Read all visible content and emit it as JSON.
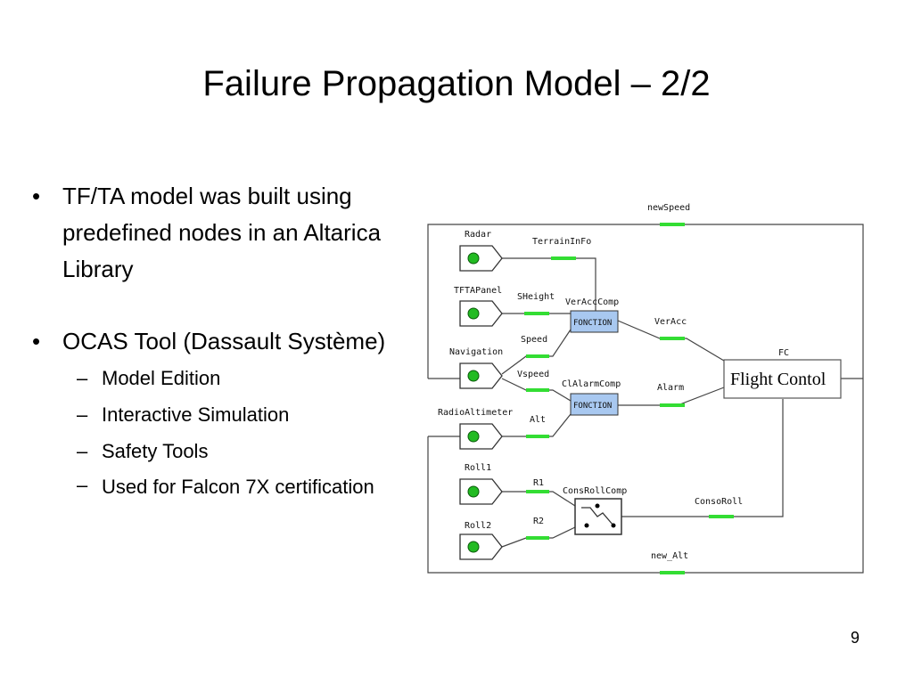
{
  "slide": {
    "title": "Failure Propagation Model – 2/2",
    "page_number": "9"
  },
  "bullets": [
    {
      "text": "TF/TA model was built using predefined nodes in an Altarica Library"
    },
    {
      "text": "OCAS  Tool (Dassault Système)"
    }
  ],
  "sub_bullets": [
    "Model Edition",
    "Interactive Simulation",
    "Safety Tools",
    "Used for Falcon 7X certification"
  ],
  "diagram": {
    "sources": [
      "Radar",
      "TFTAPanel",
      "Navigation",
      "RadioAltimeter",
      "Roll1",
      "Roll2"
    ],
    "flows": {
      "newSpeed": "newSpeed",
      "TerrainInfo": "TerrainInFo",
      "SHeight": "SHeight",
      "Speed": "Speed",
      "Vspeed": "Vspeed",
      "Alt": "Alt",
      "R1": "R1",
      "R2": "R2",
      "VerAcc": "VerAcc",
      "Alarm": "Alarm",
      "ConsoRoll": "ConsoRoll",
      "new_Alt": "new_Alt"
    },
    "components": {
      "VerAccComp": "VerAccComp",
      "ClAlarmComp": "ClAlarmComp",
      "ConsRollComp": "ConsRollComp",
      "FC": "FC"
    },
    "function_label": "FONCTION",
    "fc_box_label": "Flight Contol",
    "colors": {
      "node_green": "#22bb22",
      "flow_green": "#33dd33",
      "function_fill": "#a8c8f0",
      "line": "#444444"
    }
  }
}
